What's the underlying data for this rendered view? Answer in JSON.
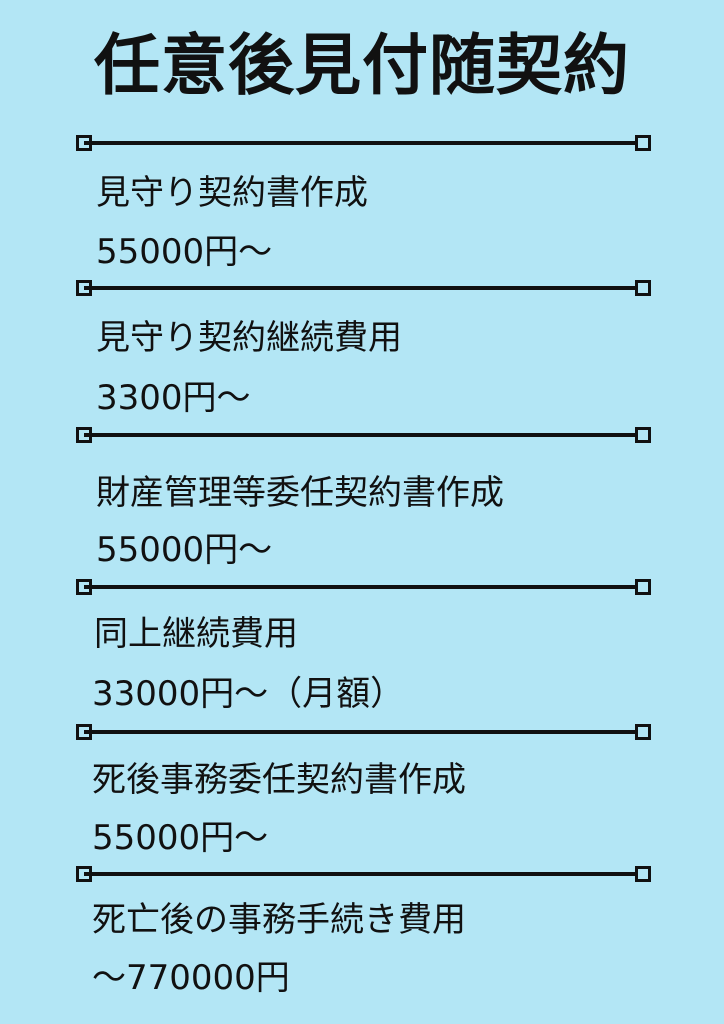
{
  "colors": {
    "background": "#b3e6f5",
    "text": "#111111",
    "line": "#111111"
  },
  "title": "任意後見付随契約",
  "items": [
    {
      "name": "見守り契約書作成",
      "price": "55000円～"
    },
    {
      "name": "見守り契約継続費用",
      "price": "3300円～"
    },
    {
      "name": "財産管理等委任契約書作成",
      "price": "55000円～"
    },
    {
      "name": "同上継続費用",
      "price": "33000円～（月額）"
    },
    {
      "name": "死後事務委任契約書作成",
      "price": "55000円～"
    },
    {
      "name": "死亡後の事務手続き費用",
      "price": "～770000円"
    }
  ]
}
